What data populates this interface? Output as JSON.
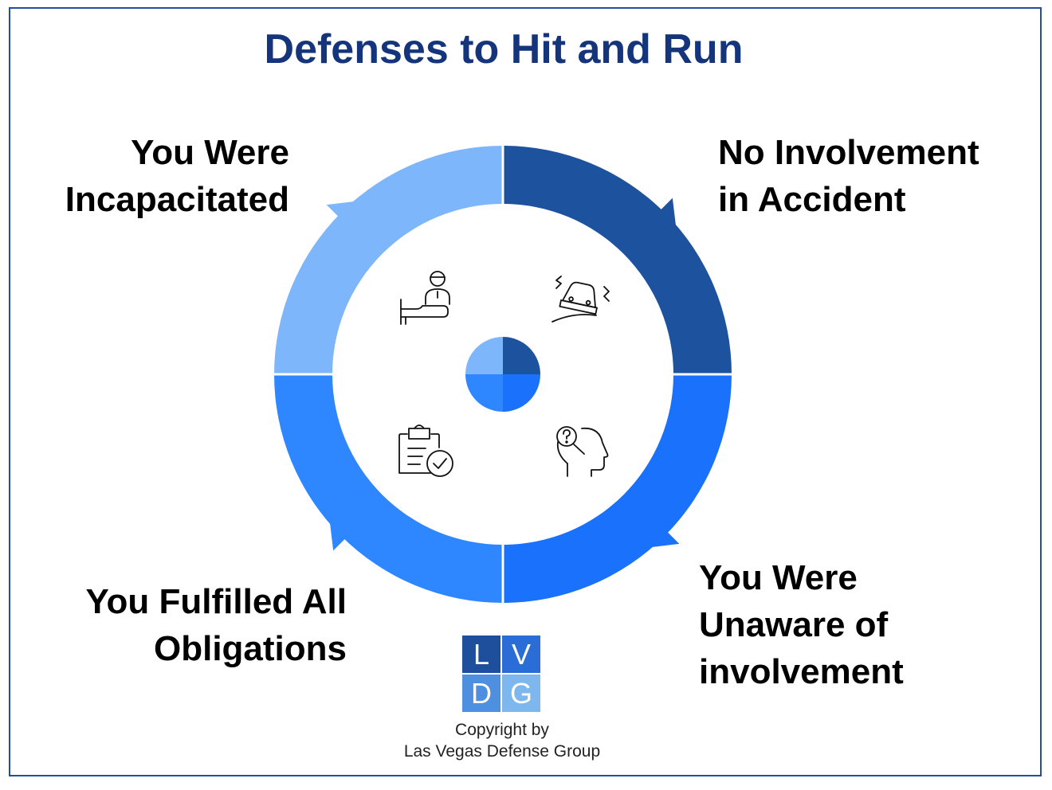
{
  "title": "Defenses to Hit and Run",
  "segments": [
    {
      "id": "top-left",
      "label_lines": [
        "You Were",
        "Incapacitated"
      ],
      "color": "#7eb6fb",
      "icon": "person-on-stretcher-icon"
    },
    {
      "id": "top-right",
      "label_lines": [
        "No Involvement",
        "in Accident"
      ],
      "color": "#1d529f",
      "icon": "car-crash-icon"
    },
    {
      "id": "bottom-right",
      "label_lines": [
        "You Were",
        "Unaware of",
        "involvement"
      ],
      "color": "#1a71fc",
      "icon": "head-question-magnifier-icon"
    },
    {
      "id": "bottom-left",
      "label_lines": [
        "You Fulfilled All",
        "Obligations"
      ],
      "color": "#2e87fe",
      "icon": "clipboard-check-icon"
    }
  ],
  "logo": {
    "letters": [
      "L",
      "V",
      "D",
      "G"
    ],
    "colors": [
      "#1e4f9c",
      "#2b6dd6",
      "#4f8fdf",
      "#7eb7ee"
    ]
  },
  "copyright_lines": [
    "Copyright by",
    "Las Vegas Defense Group"
  ],
  "colors": {
    "frame": "#1f4fa0",
    "title": "#14357c"
  }
}
